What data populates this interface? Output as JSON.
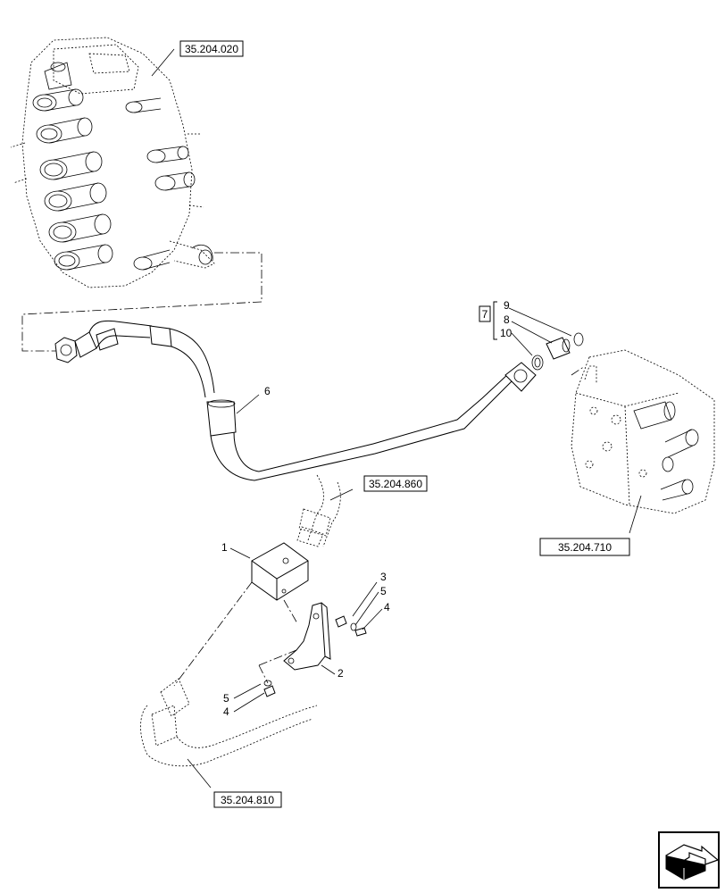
{
  "references": {
    "top_left_valve": "35.204.020",
    "middle_hose": "35.204.860",
    "right_valve": "35.204.710",
    "bottom_hose": "35.204.810"
  },
  "callouts": {
    "pipe": "6",
    "block": "1",
    "bracket": "2",
    "washer_top": "3",
    "washer_top_5": "5",
    "bolt_top_4": "4",
    "washer_bottom_5": "5",
    "bolt_bottom_4": "4",
    "kit": "7",
    "oring_9": "9",
    "fitting_8": "8",
    "oring_10": "10"
  },
  "nav_icon": "next-page-arrow-icon"
}
